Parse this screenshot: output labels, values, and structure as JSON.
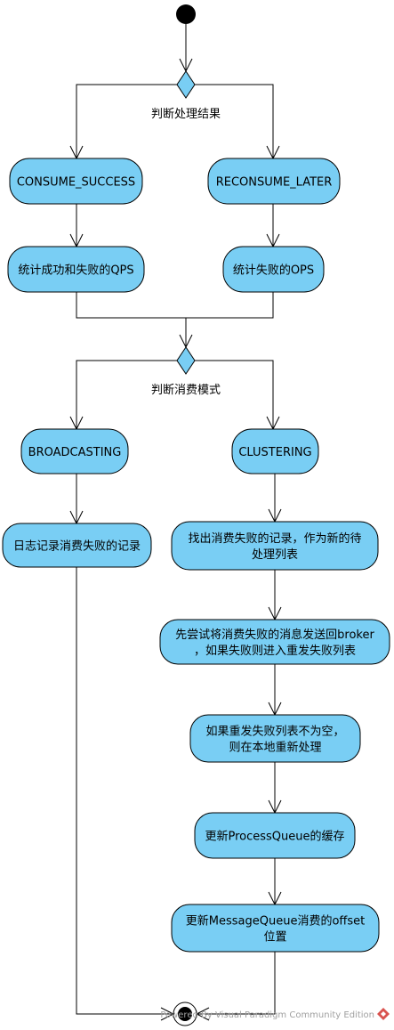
{
  "colors": {
    "node_fill": "#79CEF4",
    "stroke": "#000000",
    "watermark": "#a0a0a0"
  },
  "guards": {
    "result": "判断处理结果",
    "mode": "判断消费模式"
  },
  "nodes": {
    "consume_success": [
      "CONSUME_SUCCESS"
    ],
    "reconsume_later": [
      "RECONSUME_LATER"
    ],
    "stat_success_fail": [
      "统计成功和失败的QPS"
    ],
    "stat_fail": [
      "统计失败的OPS"
    ],
    "broadcasting": [
      "BROADCASTING"
    ],
    "clustering": [
      "CLUSTERING"
    ],
    "log_fail": [
      "日志记录消费失败的记录"
    ],
    "find_fail": [
      "找出消费失败的记录，作为新的待",
      "处理列表"
    ],
    "send_back": [
      "先尝试将消费失败的消息发送回broker",
      "，如果失败则进入重发失败列表"
    ],
    "retry_local": [
      "如果重发失败列表不为空，",
      "则在本地重新处理"
    ],
    "update_pq": [
      "更新ProcessQueue的缓存"
    ],
    "update_offset": [
      "更新MessageQueue消费的offset",
      "位置"
    ]
  },
  "watermark": {
    "text": "Powered By Visual Paradigm Community Edition",
    "icon": "visual-paradigm-logo-icon"
  }
}
